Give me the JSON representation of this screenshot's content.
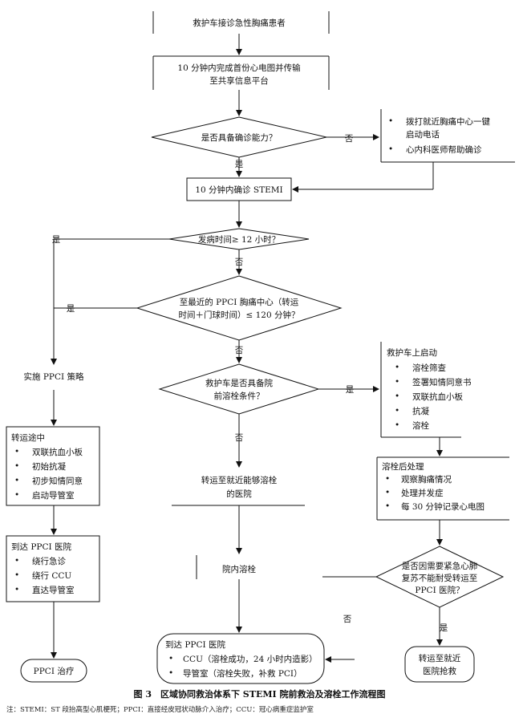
{
  "nodes": {
    "start": "救护车接诊急性胸痛患者",
    "ecg": [
      "10 分钟内完成首份心电图并传输",
      "至共享信息平台"
    ],
    "diag_q": "是否具备确诊能力？",
    "diag_help": [
      "拨打就近胸痛中心一键",
      "启动电话",
      "心内科医师帮助确诊"
    ],
    "stemi": "10 分钟内确诊 STEMI",
    "onset_q": "发病时间≥ 12 小时？",
    "ppci_center_q": [
      "至最近的 PPCI 胸痛中心（转运",
      "时间＋门球时间）≤ 120 分钟？"
    ],
    "thromb_q": [
      "救护车是否具备院",
      "前溶栓条件？"
    ],
    "ppci_strategy": "实施 PPCI 策略",
    "transfer": {
      "title": "转运途中",
      "items": [
        "双联抗血小板",
        "初始抗凝",
        "初步知情同意",
        "启动导管室"
      ]
    },
    "arrive_ppci": {
      "title": "到达 PPCI 医院",
      "items": [
        "绕行急诊",
        "绕行 CCU",
        "直达导管室"
      ]
    },
    "ppci_treat": "PPCI 治疗",
    "ambulance_start": {
      "title": "救护车上启动",
      "items": [
        "溶栓筛查",
        "签署知情同意书",
        "双联抗血小板",
        "抗凝",
        "溶栓"
      ]
    },
    "post_thromb": {
      "title": "溶栓后处理",
      "items": [
        "观察胸痛情况",
        "处理并发症",
        "每 30 分钟记录心电图"
      ]
    },
    "transfer_near": [
      "转运至就近能够溶栓",
      "的医院"
    ],
    "in_hospital": "院内溶栓",
    "emergency_q": [
      "是否因需要紧急心肺",
      "复苏不能耐受转运至",
      "PPCI 医院？"
    ],
    "arrive_ppci2": {
      "title": "到达 PPCI 医院",
      "items": [
        "CCU（溶栓成功，24 小时内造影）",
        "导管室（溶栓失败，补救 PCI）"
      ]
    },
    "rescue": [
      "转运至就近",
      "医院抢救"
    ]
  },
  "labels": {
    "yes": "是",
    "no": "否"
  },
  "caption": "图 3　区域协同救治体系下 STEMI 院前救治及溶栓工作流程图",
  "note": "注：STEMI：ST 段抬高型心肌梗死；PPCI：直接经皮冠状动脉介入治疗；CCU：冠心病重症监护室"
}
